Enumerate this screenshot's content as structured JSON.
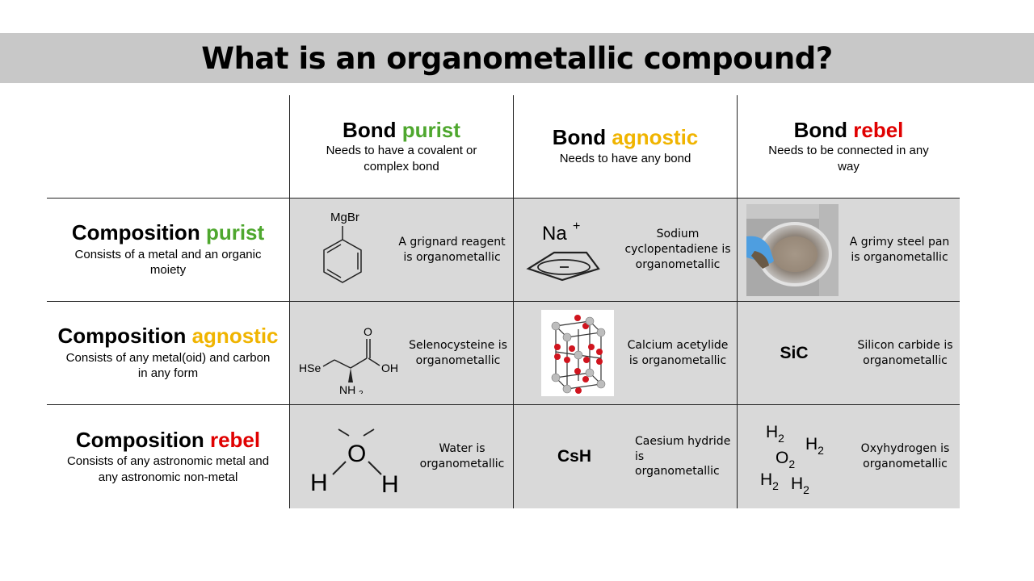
{
  "title": "What is an organometallic compound?",
  "columns": [
    {
      "word": "Bond",
      "qualifier": "purist",
      "color": "#4ea72e",
      "desc": "Needs to have a covalent or complex bond"
    },
    {
      "word": "Bond",
      "qualifier": "agnostic",
      "color": "#f0b400",
      "desc": "Needs to have any bond"
    },
    {
      "word": "Bond",
      "qualifier": "rebel",
      "color": "#e00000",
      "desc": "Needs to be connected in any way"
    }
  ],
  "rows": [
    {
      "word": "Composition",
      "qualifier": "purist",
      "color": "#4ea72e",
      "desc": "Consists of a metal and an organic moiety"
    },
    {
      "word": "Composition",
      "qualifier": "agnostic",
      "color": "#f0b400",
      "desc": "Consists of any metal(oid) and carbon in any form"
    },
    {
      "word": "Composition",
      "qualifier": "rebel",
      "color": "#e00000",
      "desc": "Consists of any astronomic metal and any astronomic non-metal"
    }
  ],
  "cells": {
    "r1c1": {
      "caption": "A grignard reagent is organometallic",
      "label": "MgBr",
      "icon": "phenyl-magnesium-bromide-structure"
    },
    "r1c2": {
      "caption": "Sodium cyclopentadiene is organometallic",
      "label": "Na",
      "charge": "+",
      "icon": "cyclopentadienyl-anion-structure"
    },
    "r1c3": {
      "caption": "A grimy steel pan is organometallic",
      "icon": "steel-pan-photo"
    },
    "r2c1": {
      "caption": "Selenocysteine is organometallic",
      "labels": {
        "hse": "HSe",
        "o": "O",
        "oh": "OH",
        "nh": "NH",
        "sub2": "2"
      },
      "icon": "selenocysteine-structure"
    },
    "r2c2": {
      "caption": "Calcium acetylide is organometallic",
      "icon": "crystal-lattice-model"
    },
    "r2c3": {
      "caption": "Silicon carbide is organometallic",
      "formula": "SiC"
    },
    "r3c1": {
      "caption": "Water is organometallic",
      "labels": {
        "o": "O",
        "h": "H"
      },
      "icon": "water-molecule-structure"
    },
    "r3c2": {
      "caption": "Caesium hydride is organometallic",
      "formula": "CsH"
    },
    "r3c3": {
      "caption": "Oxyhydrogen is organometallic",
      "labels": {
        "h": "H",
        "o": "O",
        "sub": "2"
      },
      "icon": "gas-molecules-formulas"
    }
  }
}
